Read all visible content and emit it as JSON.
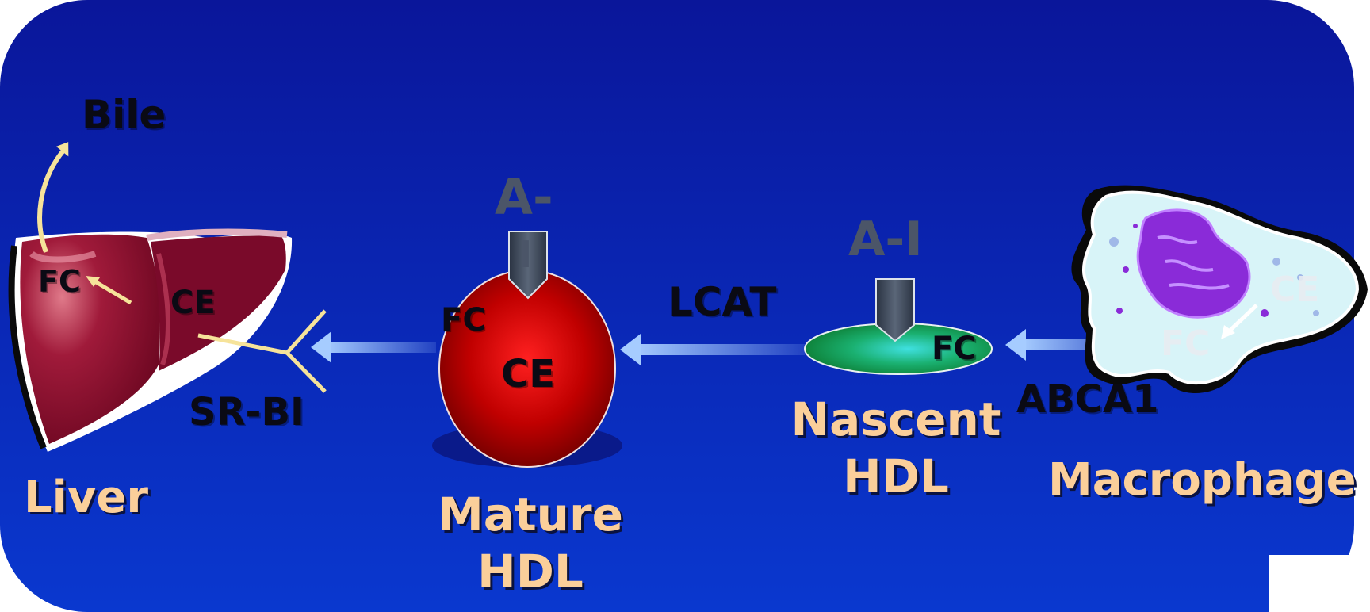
{
  "labels": {
    "bile": "Bile",
    "fc": "FC",
    "ce": "CE",
    "sr_bi": "SR-BI",
    "liver": "Liver",
    "apo_a_i_mature_top": "A-",
    "apo_a_i_mature_bottom": "I",
    "lcat": "LCAT",
    "mature_hdl_line1": "Mature",
    "mature_hdl_line2": "HDL",
    "apo_a_i_nascent": "A-I",
    "nascent_hdl_line1": "Nascent",
    "nascent_hdl_line2": "HDL",
    "abca1": "ABCA1",
    "macrophage": "Macrophage"
  },
  "colors": {
    "background_top": "#0a1ea0",
    "background_bottom": "#0a35cc",
    "label_peach": "#fbcf9a",
    "label_dark": "#0a0a14",
    "apo_grey": "#4b5568",
    "arrow_blue": "#9cc4ff",
    "liver_red": "#7a0a2a",
    "mature_hdl_red": "#d40000",
    "nascent_hdl_green": "#1aa05a",
    "macrophage_cyan": "#d8f4f8",
    "nucleus_purple": "#8a2bd8",
    "connector_yellow": "#f6e39a"
  }
}
